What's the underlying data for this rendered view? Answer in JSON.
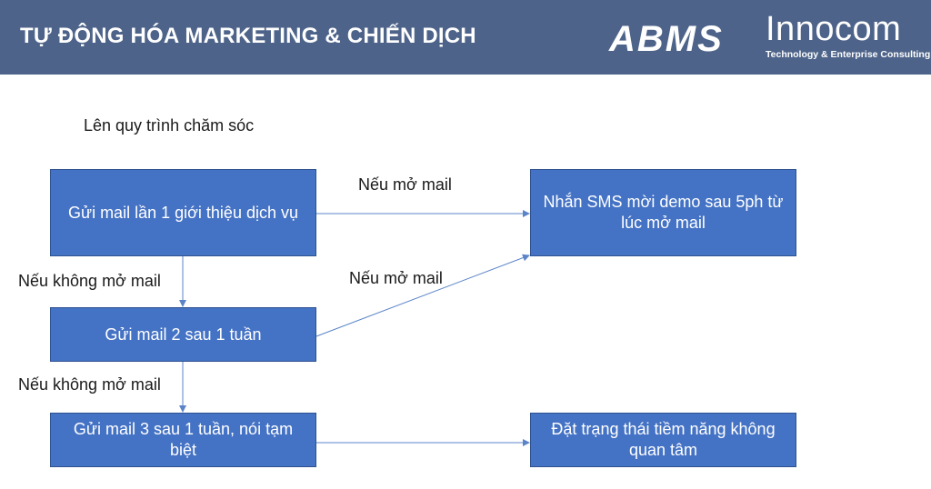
{
  "header": {
    "title": "TỰ ĐỘNG HÓA MARKETING & CHIẾN DỊCH",
    "logo_abms": "ABMS",
    "logo_innocom": "Innocom",
    "logo_innocom_tagline": "Technology & Enterprise Consulting"
  },
  "diagram": {
    "intro": "Lên quy trình chăm sóc",
    "boxes": {
      "step1": "Gửi mail lần 1 giới thiệu dịch vụ",
      "step2": "Gửi mail 2 sau 1 tuần",
      "step3": "Gửi mail 3 sau 1 tuần, nói tạm biệt",
      "sms": "Nhắn SMS mời demo sau 5ph từ lúc mở mail",
      "status": "Đặt trạng thái tiềm năng không quan tâm"
    },
    "edges": {
      "opened_1": "Nếu mở mail",
      "not_opened_1": "Nếu không mở mail",
      "opened_2": "Nếu mở mail",
      "not_opened_2": "Nếu không mở mail"
    }
  },
  "colors": {
    "header_bg": "#4d6389",
    "box_fill": "#4472c4",
    "box_border": "#2f528f",
    "arrow": "#5b84c8"
  }
}
